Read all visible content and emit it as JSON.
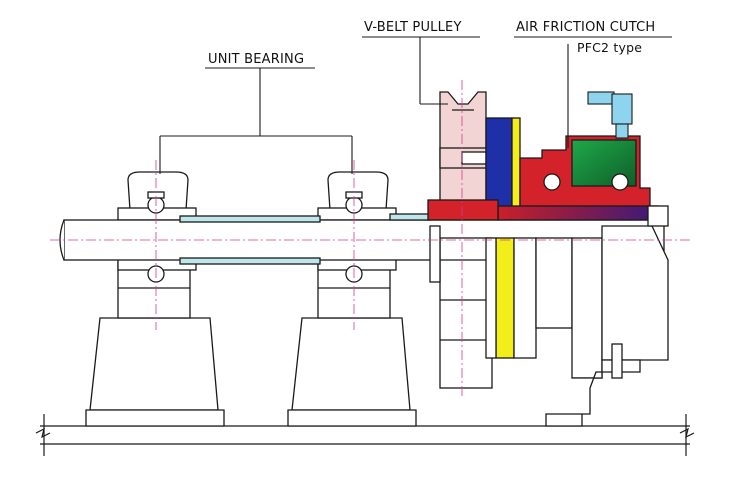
{
  "labels": {
    "unit_bearing": "UNIT BEARING",
    "v_belt_pulley": "V-BELT PULLEY",
    "air_friction_clutch": "AIR FRICTION CUTCH",
    "clutch_type": "PFC2  type"
  },
  "colors": {
    "outline": "#1a1a1a",
    "shaft_sleeve": "#bfe6ea",
    "pulley_face": "#f2d4d4",
    "clutch_blue": "#1f2fa8",
    "clutch_yellow": "#f3ee1a",
    "clutch_red": "#d4222a",
    "clutch_green": "#1b8c3a",
    "clutch_maroon": "#7a1e3c",
    "center_line": "#d43c8c",
    "fitting": "#8fd4ee"
  }
}
